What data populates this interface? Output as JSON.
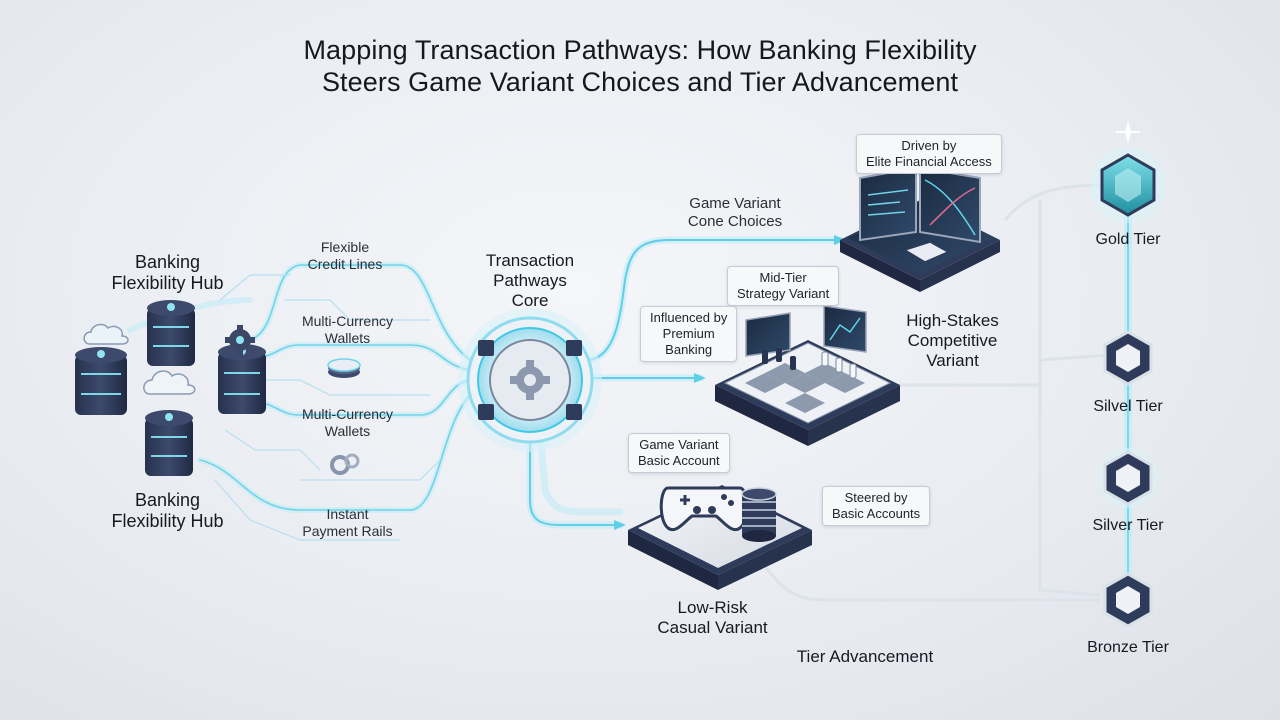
{
  "title": {
    "line1": "Mapping Transaction Pathways: How Banking Flexibility",
    "line2": "Steers Game Variant Choices and Tier Advancement"
  },
  "hub_top": {
    "line1": "Banking",
    "line2": "Flexibility Hub"
  },
  "hub_bottom": {
    "line1": "Banking",
    "line2": "Flexibility Hub"
  },
  "paths": {
    "credit": {
      "line1": "Flexible",
      "line2": "Credit Lines"
    },
    "wallets_1": {
      "line1": "Multi-Currency",
      "line2": "Wallets"
    },
    "wallets_2": {
      "line1": "Multi-Currency",
      "line2": "Wallets"
    },
    "instant": {
      "line1": "Instant",
      "line2": "Payment Rails"
    }
  },
  "core": {
    "line1": "Transaction",
    "line2": "Pathways",
    "line3": "Core"
  },
  "flows": {
    "core_choices": {
      "line1": "Game Variant",
      "line2": "Cone Choices"
    }
  },
  "callouts": {
    "elite": {
      "line1": "Driven by",
      "line2": "Elite Financial Access"
    },
    "mid": {
      "line1": "Mid-Tier",
      "line2": "Strategy Variant"
    },
    "premium": {
      "line1": "Influenced by",
      "line2": "Premium",
      "line3": "Banking"
    },
    "basic_account": {
      "line1": "Game Variant",
      "line2": "Basic Account"
    },
    "steered": {
      "line1": "Steered by",
      "line2": "Basic Accounts"
    }
  },
  "variants": {
    "high": {
      "line1": "High-Stakes",
      "line2": "Competitive",
      "line3": "Variant"
    },
    "low": {
      "line1": "Low-Risk",
      "line2": "Casual Variant"
    }
  },
  "tier_advancement": "Tier Advancement",
  "tiers": {
    "gold": "Gold Tier",
    "silvel": "Silvel Tier",
    "silver": "Silver Tier",
    "bronze": "Bronze Tier"
  },
  "colors": {
    "accent_cyan": "#3fc9e6",
    "navy": "#2f3b5a",
    "gold_gem": "#2fb7c7"
  }
}
